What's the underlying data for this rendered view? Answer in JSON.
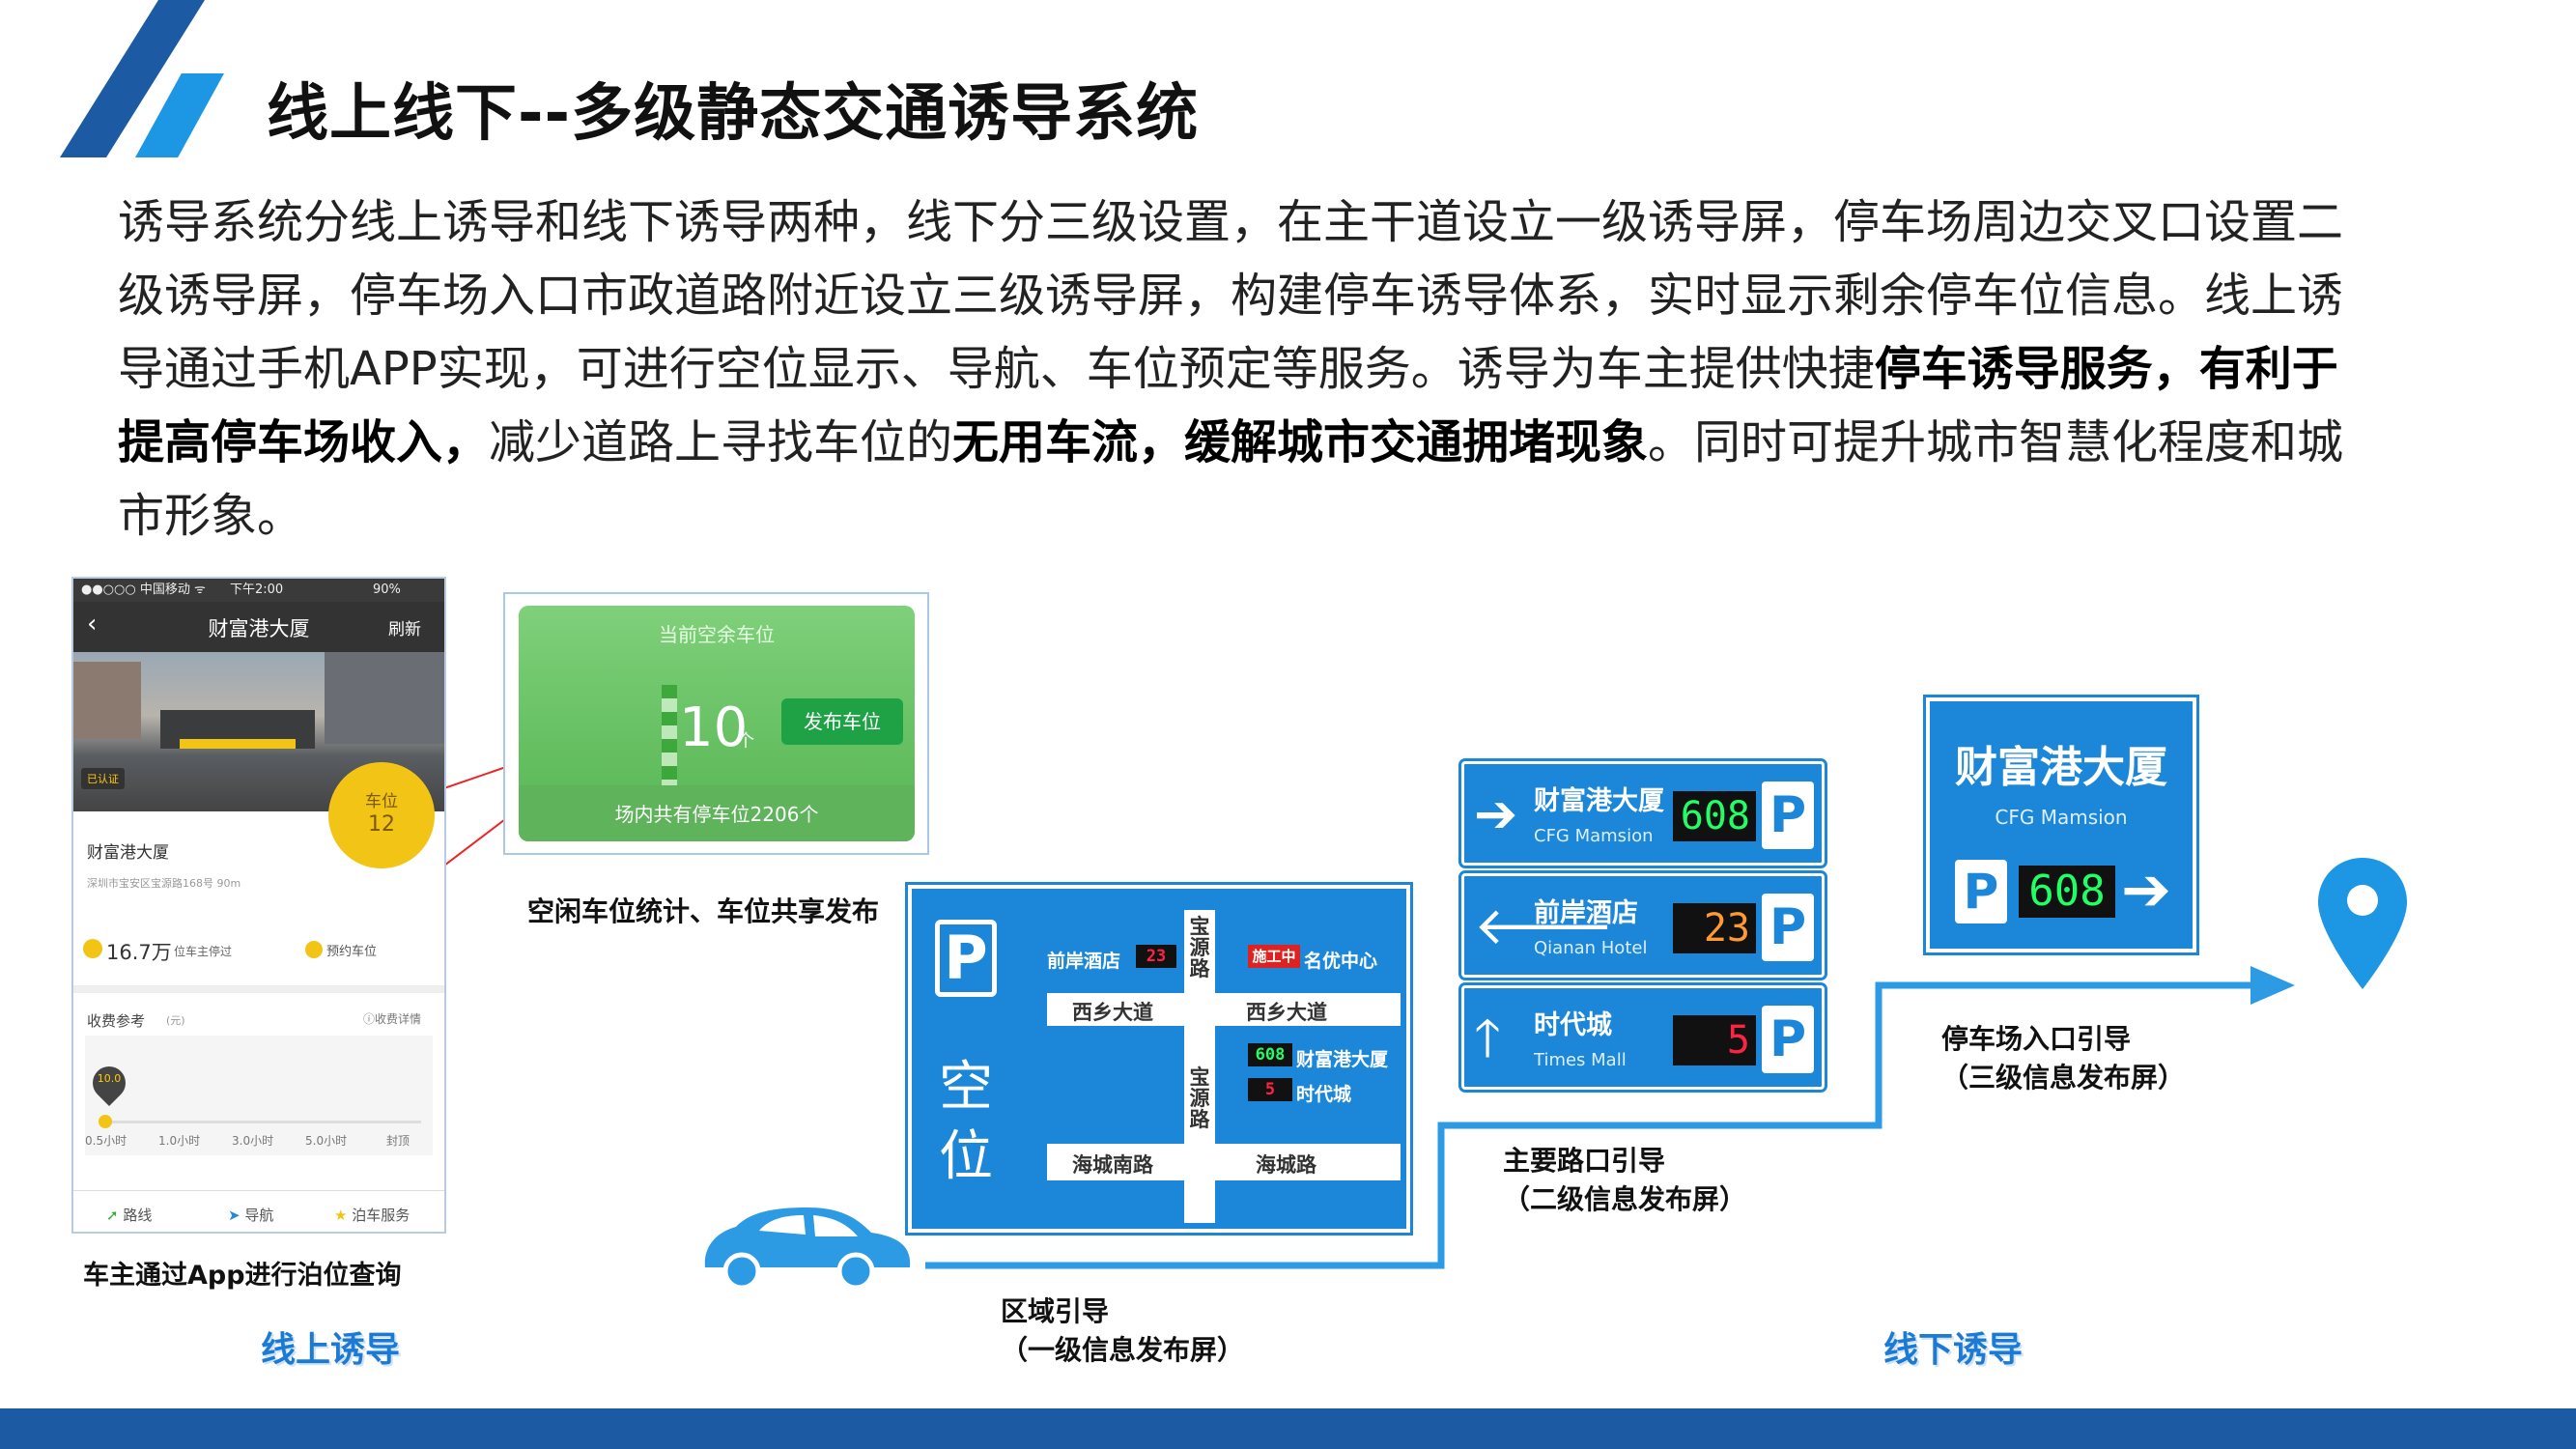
{
  "title": "线上线下--多级静态交通诱导系统",
  "paragraph": {
    "p1": "诱导系统分线上诱导和线下诱导两种，线下分三级设置，在主干道设立一级诱导屏，停车场周边交叉口设置二级诱导屏，停车场入口市政道路附近设立三级诱导屏，构建停车诱导体系，实时显示剩余停车位信息。线上诱导通过手机APP实现，可进行空位显示、导航、车位预定等服务。诱导为车主提供快捷",
    "b1": "停车诱导服务，有利于提高停车场收入，",
    "p2": "减少道路上寻找车位的",
    "b2": "无用车流，缓解城市交通拥堵现象",
    "p3": "。同时可提升城市智慧化程度和城市形象。"
  },
  "phone": {
    "carrier": "●●○○○ 中国移动 ᯤ",
    "time": "下午2:00",
    "battery": "90%",
    "back": "‹",
    "nav_title": "财富港大厦",
    "refresh": "刷新",
    "badge": "已认证",
    "circle_label": "车位",
    "circle_num": "12",
    "name": "财富港大厦",
    "address": "深圳市宝安区宝源路168号 90m",
    "price": "16.7万",
    "price_note": "位车主停过",
    "reserve": "预约车位",
    "fee_title": "收费参考",
    "fee_unit": "(元)",
    "fee_detail": "ⓘ收费详情",
    "pin_value": "10.0",
    "ticks": [
      "0.5小时",
      "1.0小时",
      "3.0小时",
      "5.0小时",
      "封顶"
    ],
    "tabs": [
      "路线",
      "导航",
      "泊车服务"
    ]
  },
  "app_sign": {
    "header": "当前空余车位",
    "count": "10",
    "unit": "个",
    "button": "发布车位",
    "footer": "场内共有停车位2206个"
  },
  "captions": {
    "phone": "车主通过App进行泊位查询",
    "app_sign": "空闲车位统计、车位共享发布",
    "online": "线上诱导",
    "offline": "线下诱导",
    "level1_a": "区域引导",
    "level1_b": "（一级信息发布屏）",
    "level2_a": "主要路口引导",
    "level2_b": "（二级信息发布屏）",
    "level3_a": "停车场入口引导",
    "level3_b": "（三级信息发布屏）"
  },
  "level1_sign": {
    "p": "P",
    "kong": "空",
    "wei": "位",
    "qianan": "前岸酒店",
    "qianan_num": "23",
    "construction": "施工中",
    "mingyou": "名优中心",
    "xixiang_l": "西乡大道",
    "xixiang_r": "西乡大道",
    "baoyuan": "宝源路",
    "caifu_num": "608",
    "caifu": "财富港大厦",
    "shidai_num": "5",
    "shidai": "时代城",
    "baoyuan2": "宝源路",
    "haicheng_nan": "海城南路",
    "haicheng": "海城路"
  },
  "level2_signs": [
    {
      "arrow": "➔",
      "zh": "财富港大厦",
      "en": "CFG Mamsion",
      "num": "608",
      "p": "P",
      "color": "#2f6"
    },
    {
      "arrow": "🡐",
      "zh": "前岸酒店",
      "en": "Qianan Hotel",
      "num": "23",
      "p": "P",
      "color": "#f93"
    },
    {
      "arrow": "🡑",
      "zh": "时代城",
      "en": "Times Mall",
      "num": "5",
      "p": "P",
      "color": "#f24"
    }
  ],
  "level3_sign": {
    "zh": "财富港大厦",
    "en": "CFG Mamsion",
    "p": "P",
    "num": "608",
    "arrow": "➔"
  },
  "colors": {
    "brand_dark": "#1c5aa4",
    "brand_light": "#1d96e4",
    "sign_blue": "#1c87d8",
    "app_green": "#55b552"
  }
}
